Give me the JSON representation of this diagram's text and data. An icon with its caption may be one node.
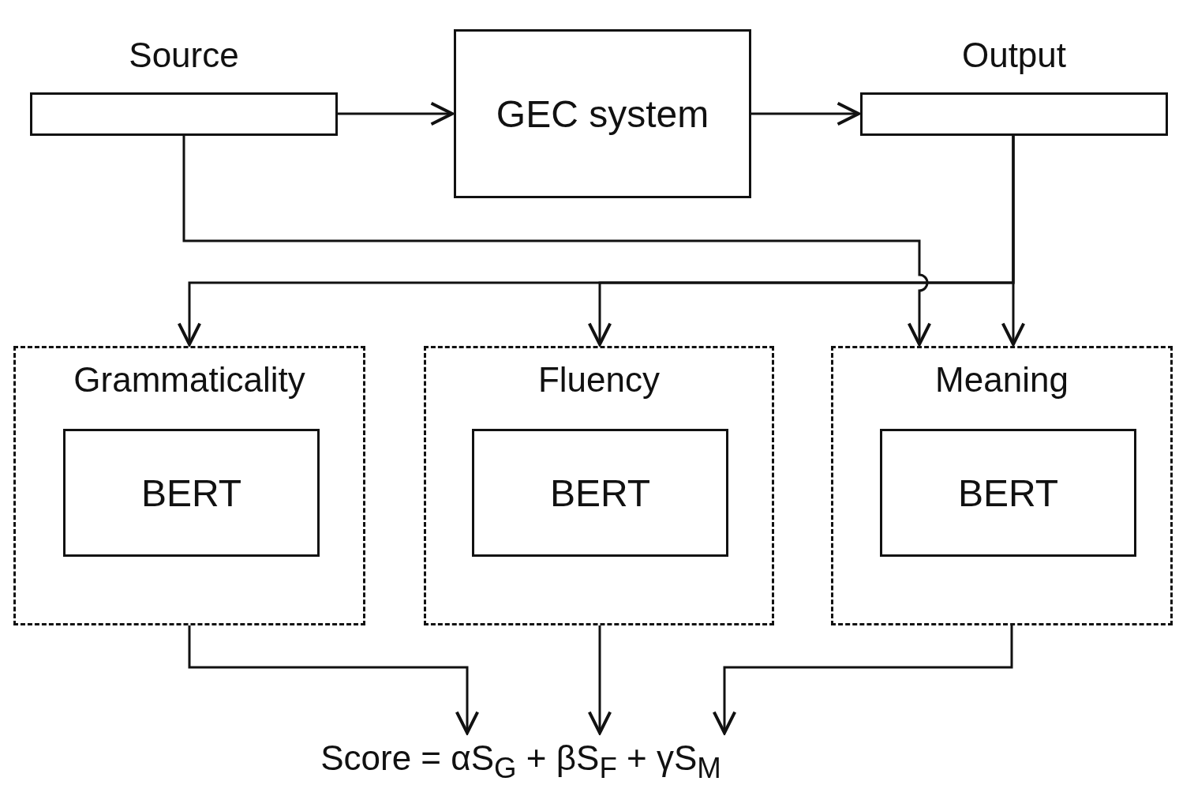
{
  "diagram": {
    "nodes": [
      {
        "text": [
          "Source"
        ]
      },
      {
        "text": [
          "GEC system"
        ]
      },
      {
        "text": [
          "Output"
        ]
      },
      {
        "text": [
          "Grammaticality"
        ]
      },
      {
        "text": [
          "BERT"
        ],
        "in": 3
      },
      {
        "text": [
          "Fluency"
        ]
      },
      {
        "text": [
          "BERT"
        ],
        "in": 5
      },
      {
        "text": [
          "Meaning"
        ]
      },
      {
        "text": [
          "BERT"
        ],
        "in": 7
      },
      {
        "text": [
          "Score = αS$_{G}$ + βS$_{F}$ + γS$_{M}$"
        ]
      }
    ],
    "edges": [
      {
        "from": 0,
        "to": 1,
        "arrow": "to"
      },
      {
        "from": 1,
        "to": 2,
        "arrow": "to"
      },
      {
        "from": 2,
        "to": 3,
        "arrow": "to"
      },
      {
        "from": 2,
        "to": 5,
        "arrow": "to"
      },
      {
        "from": 2,
        "to": 7,
        "arrow": "to"
      },
      {
        "from": 0,
        "to": 7,
        "arrow": "to"
      },
      {
        "from": 3,
        "to": 9,
        "arrow": "to"
      },
      {
        "from": 5,
        "to": 9,
        "arrow": "to"
      },
      {
        "from": 7,
        "to": 9,
        "arrow": "to"
      }
    ]
  }
}
